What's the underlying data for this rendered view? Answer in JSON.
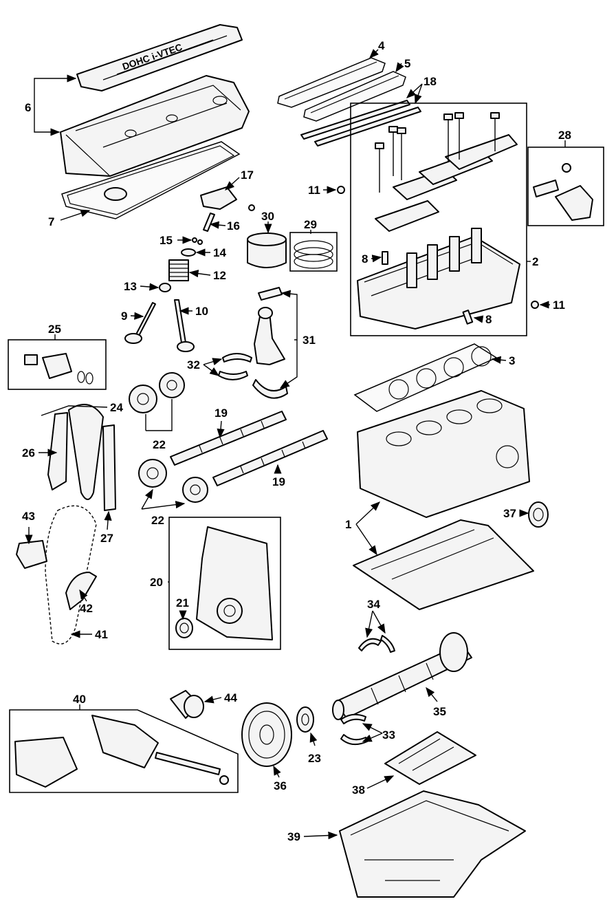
{
  "callouts": {
    "c1": "1",
    "c2": "2",
    "c3": "3",
    "c4": "4",
    "c5": "5",
    "c6": "6",
    "c7": "7",
    "c8a": "8",
    "c8b": "8",
    "c9": "9",
    "c10": "10",
    "c11a": "11",
    "c11b": "11",
    "c12": "12",
    "c13": "13",
    "c14": "14",
    "c15": "15",
    "c16": "16",
    "c17": "17",
    "c18": "18",
    "c19a": "19",
    "c19b": "19",
    "c20": "20",
    "c21": "21",
    "c22a": "22",
    "c22b": "22",
    "c23": "23",
    "c24": "24",
    "c25": "25",
    "c26": "26",
    "c27": "27",
    "c28": "28",
    "c29": "29",
    "c30": "30",
    "c31": "31",
    "c32": "32",
    "c33": "33",
    "c34": "34",
    "c35": "35",
    "c36": "36",
    "c37": "37",
    "c38": "38",
    "c39": "39",
    "c40": "40",
    "c41": "41",
    "c42": "42",
    "c43": "43",
    "c44": "44"
  },
  "valve_cover_lettering": "DOHC i-VTEC"
}
